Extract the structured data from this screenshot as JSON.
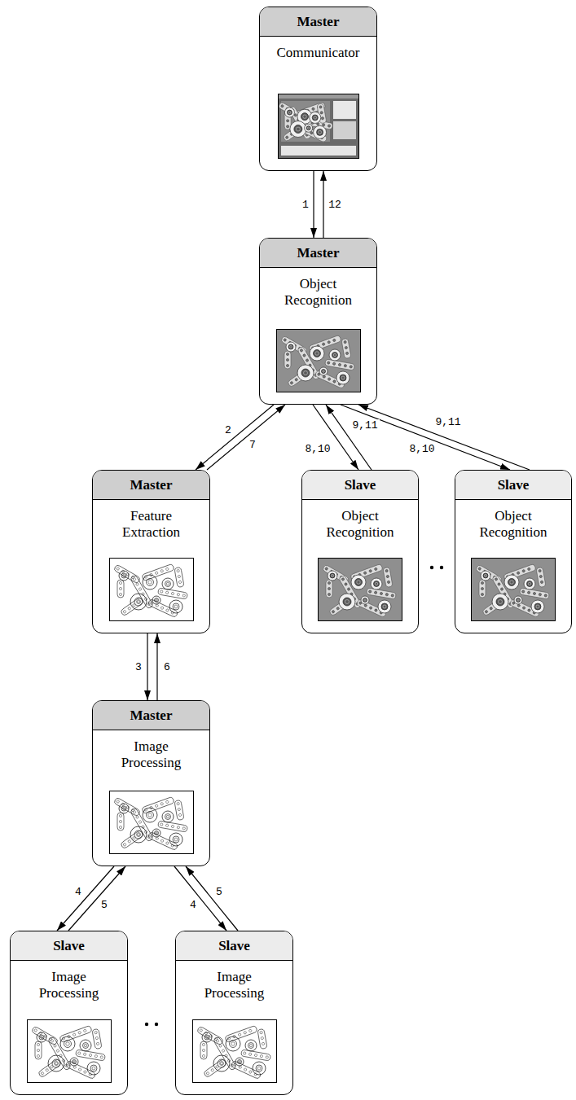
{
  "diagram": {
    "nodes": [
      {
        "text": [
          "Master",
          "Communicator"
        ]
      },
      {
        "text": [
          "Master",
          "Object Recognition"
        ]
      },
      {
        "text": [
          "Master",
          "Feature Extraction"
        ]
      },
      {
        "text": [
          "Slave",
          "Object Recognition"
        ]
      },
      {
        "text": [
          "Slave",
          "Object Recognition"
        ]
      },
      {
        "text": [
          "Master",
          "Image Processing"
        ]
      },
      {
        "text": [
          "Slave",
          "Image Processing"
        ]
      },
      {
        "text": [
          "Slave",
          "Image Processing"
        ]
      }
    ],
    "edges": [
      {
        "from": 0,
        "to": 1,
        "label": "1",
        "arrow": "to"
      },
      {
        "from": 1,
        "to": 0,
        "label": "12",
        "arrow": "to"
      },
      {
        "from": 1,
        "to": 2,
        "label": "2",
        "arrow": "to"
      },
      {
        "from": 2,
        "to": 1,
        "label": "7",
        "arrow": "to"
      },
      {
        "from": 1,
        "to": 3,
        "label": "8,10",
        "arrow": "to"
      },
      {
        "from": 3,
        "to": 1,
        "label": "9,11",
        "arrow": "to"
      },
      {
        "from": 1,
        "to": 4,
        "label": "8,10",
        "arrow": "to"
      },
      {
        "from": 4,
        "to": 1,
        "label": "9,11",
        "arrow": "to"
      },
      {
        "from": 2,
        "to": 5,
        "label": "3",
        "arrow": "to"
      },
      {
        "from": 5,
        "to": 2,
        "label": "6",
        "arrow": "to"
      },
      {
        "from": 5,
        "to": 6,
        "label": "4",
        "arrow": "to"
      },
      {
        "from": 6,
        "to": 5,
        "label": "5",
        "arrow": "to"
      },
      {
        "from": 5,
        "to": 7,
        "label": "4",
        "arrow": "to"
      },
      {
        "from": 7,
        "to": 5,
        "label": "5",
        "arrow": "to"
      }
    ]
  }
}
